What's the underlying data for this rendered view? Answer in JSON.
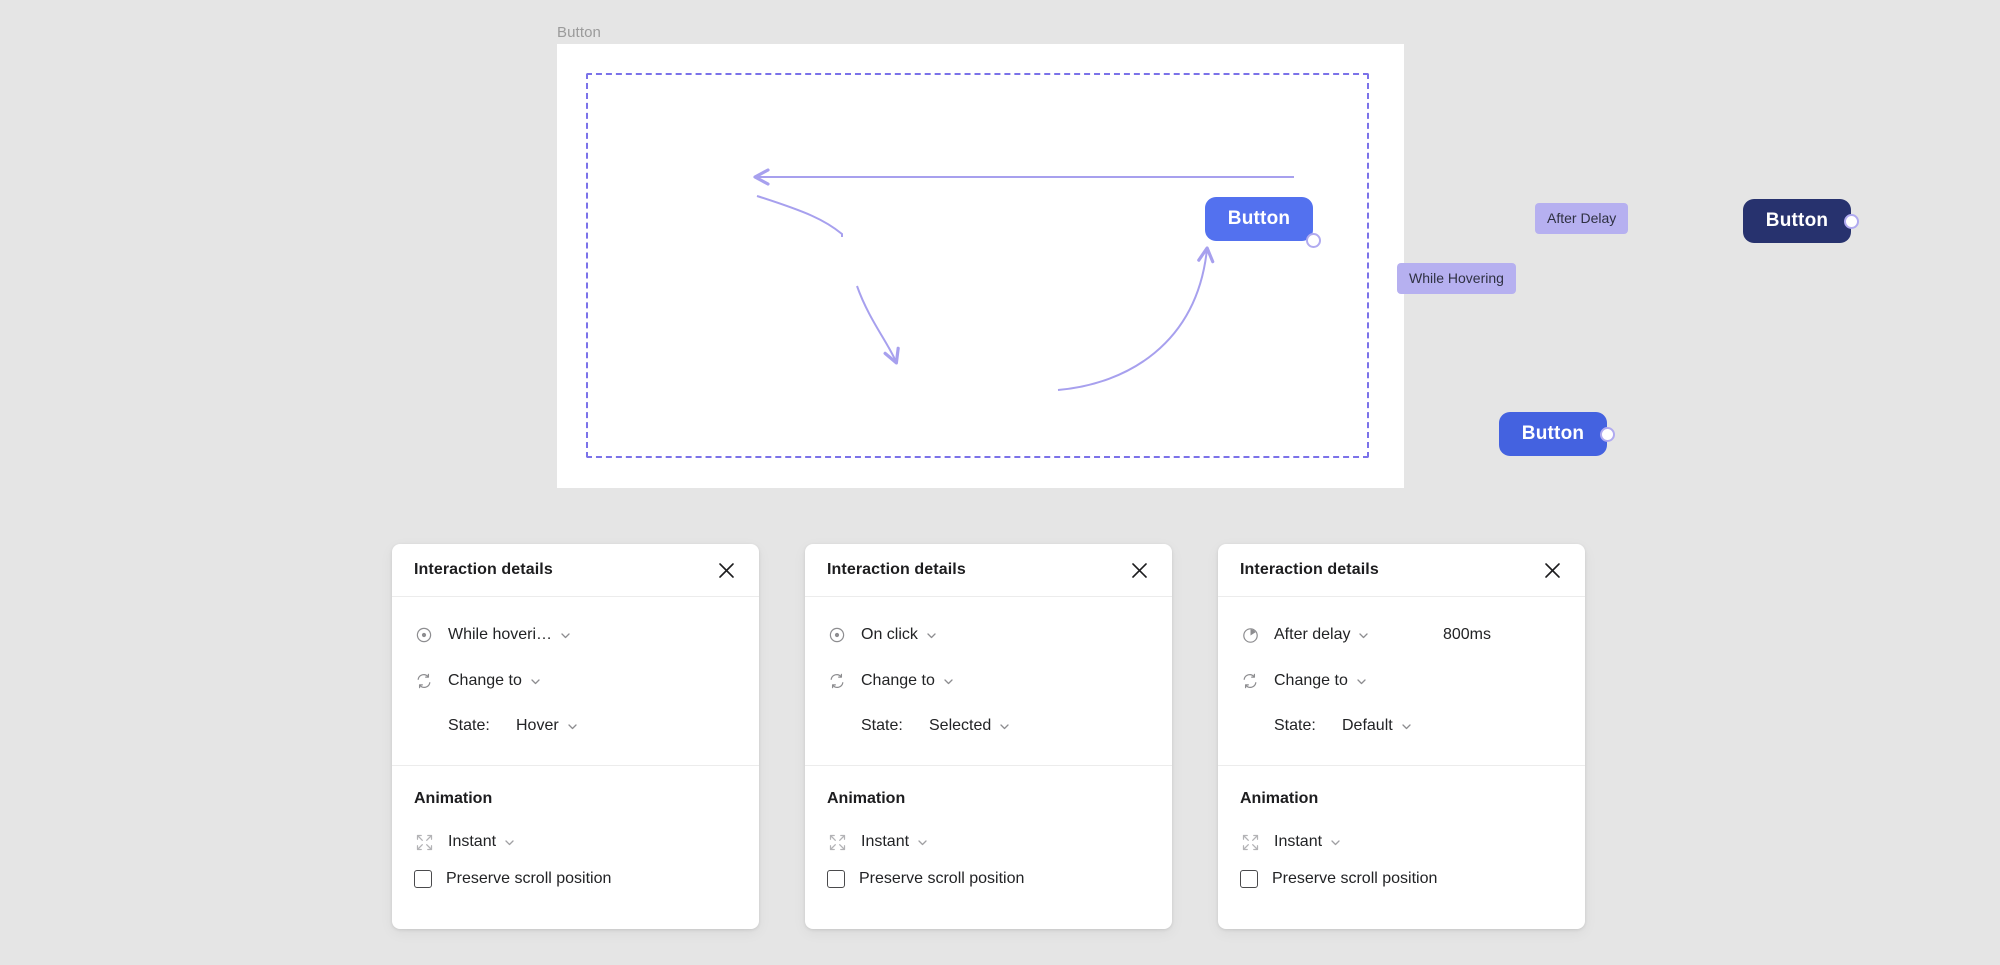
{
  "canvas": {
    "frame_label": "Button",
    "nodes": [
      {
        "id": "hover",
        "label": "Button",
        "state": "Hover",
        "color": "#5371ef"
      },
      {
        "id": "selected",
        "label": "Button",
        "state": "Selected",
        "color": "#27326e"
      },
      {
        "id": "default",
        "label": "Button",
        "state": "Default",
        "color": "#4462e0"
      }
    ],
    "edge_labels": [
      {
        "id": "after-delay",
        "text": "After Delay"
      },
      {
        "id": "while-hovering",
        "text": "While Hovering"
      }
    ],
    "colors": {
      "frame_border": "#7b72e9",
      "edge_label_bg": "#b6b0f0",
      "wire": "#a7a0ee",
      "page_bg": "#e5e5e5",
      "card_bg": "#ffffff"
    }
  },
  "panels": [
    {
      "title": "Interaction details",
      "close_icon": "close-icon",
      "trigger": {
        "icon": "trigger-dot-icon",
        "label": "While hoveri…",
        "caret": "chevron-down-icon"
      },
      "action": {
        "icon": "change-to-icon",
        "label": "Change to",
        "caret": "chevron-down-icon"
      },
      "delay_value": "",
      "state": {
        "label": "State:",
        "value": "Hover",
        "caret": "chevron-down-icon"
      },
      "animation": {
        "section_title": "Animation",
        "easing": {
          "icon": "instant-icon",
          "label": "Instant",
          "caret": "chevron-down-icon"
        },
        "preserve_scroll": {
          "label": "Preserve scroll position",
          "checked": false
        }
      }
    },
    {
      "title": "Interaction details",
      "close_icon": "close-icon",
      "trigger": {
        "icon": "trigger-dot-icon",
        "label": "On click",
        "caret": "chevron-down-icon"
      },
      "action": {
        "icon": "change-to-icon",
        "label": "Change to",
        "caret": "chevron-down-icon"
      },
      "delay_value": "",
      "state": {
        "label": "State:",
        "value": "Selected",
        "caret": "chevron-down-icon"
      },
      "animation": {
        "section_title": "Animation",
        "easing": {
          "icon": "instant-icon",
          "label": "Instant",
          "caret": "chevron-down-icon"
        },
        "preserve_scroll": {
          "label": "Preserve scroll position",
          "checked": false
        }
      }
    },
    {
      "title": "Interaction details",
      "close_icon": "close-icon",
      "trigger": {
        "icon": "timer-icon",
        "label": "After delay",
        "caret": "chevron-down-icon"
      },
      "action": {
        "icon": "change-to-icon",
        "label": "Change to",
        "caret": "chevron-down-icon"
      },
      "delay_value": "800ms",
      "state": {
        "label": "State:",
        "value": "Default",
        "caret": "chevron-down-icon"
      },
      "animation": {
        "section_title": "Animation",
        "easing": {
          "icon": "instant-icon",
          "label": "Instant",
          "caret": "chevron-down-icon"
        },
        "preserve_scroll": {
          "label": "Preserve scroll position",
          "checked": false
        }
      }
    }
  ]
}
